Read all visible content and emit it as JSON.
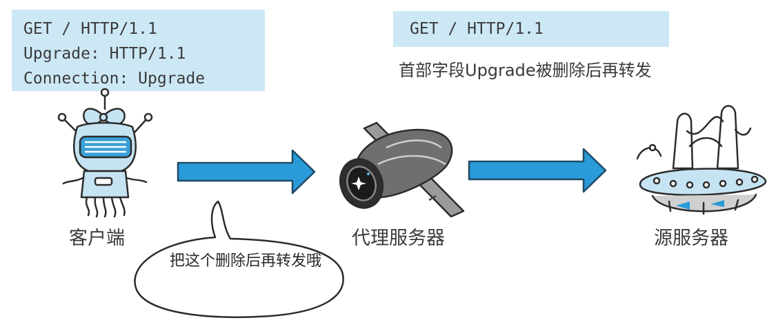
{
  "client_request": {
    "lines": [
      "GET / HTTP/1.1",
      "Upgrade: HTTP/1.1",
      "Connection: Upgrade"
    ]
  },
  "forwarded_request": {
    "line": "GET / HTTP/1.1",
    "note": "首部字段Upgrade被删除后再转发"
  },
  "nodes": {
    "client": "客户端",
    "proxy": "代理服务器",
    "origin": "源服务器"
  },
  "speech_bubble": {
    "text": "把这个删除后再转发哦"
  },
  "colors": {
    "box_fill": "#cde8f5",
    "arrow_fill": "#2a9ad8",
    "arrow_stroke": "#1f4a66",
    "icon_blue": "#c5e3f3"
  },
  "icons": [
    "robot-client-icon",
    "satellite-proxy-icon",
    "ufo-server-icon"
  ]
}
